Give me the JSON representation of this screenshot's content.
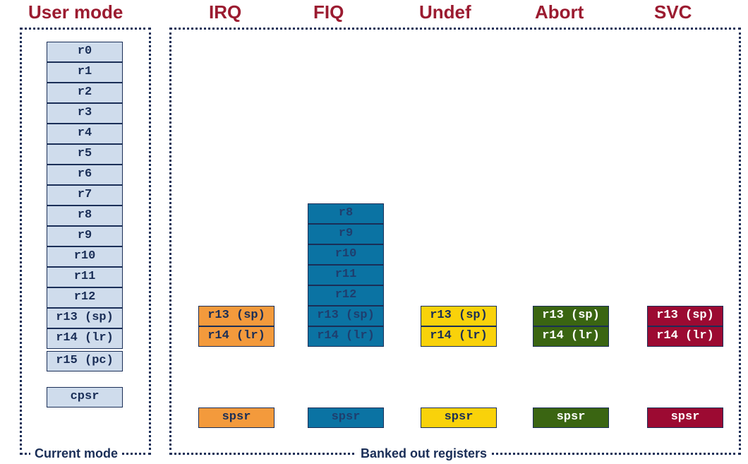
{
  "columns": {
    "user": {
      "title": "User mode"
    },
    "irq": {
      "title": "IRQ"
    },
    "fiq": {
      "title": "FIQ"
    },
    "undef": {
      "title": "Undef"
    },
    "abort": {
      "title": "Abort"
    },
    "svc": {
      "title": "SVC"
    }
  },
  "frames": {
    "current_label": "Current mode",
    "banked_label": "Banked out registers"
  },
  "registers": {
    "user": [
      "r0",
      "r1",
      "r2",
      "r3",
      "r4",
      "r5",
      "r6",
      "r7",
      "r8",
      "r9",
      "r10",
      "r11",
      "r12",
      "r13 (sp)",
      "r14 (lr)",
      "r15 (pc)"
    ],
    "user_cpsr": "cpsr",
    "irq": [
      "r13 (sp)",
      "r14 (lr)"
    ],
    "fiq": [
      "r8",
      "r9",
      "r10",
      "r11",
      "r12",
      "r13 (sp)",
      "r14 (lr)"
    ],
    "undef": [
      "r13 (sp)",
      "r14 (lr)"
    ],
    "abort": [
      "r13 (sp)",
      "r14 (lr)"
    ],
    "svc": [
      "r13 (sp)",
      "r14 (lr)"
    ],
    "spsr": "spsr"
  },
  "colors": {
    "user": "#cfdcec",
    "irq": "#f39a3c",
    "fiq": "#0b73a3",
    "undef": "#f9d20a",
    "abort": "#3a6512",
    "svc": "#9c0a32",
    "title": "#9b1b30",
    "frame": "#1a2e57"
  }
}
